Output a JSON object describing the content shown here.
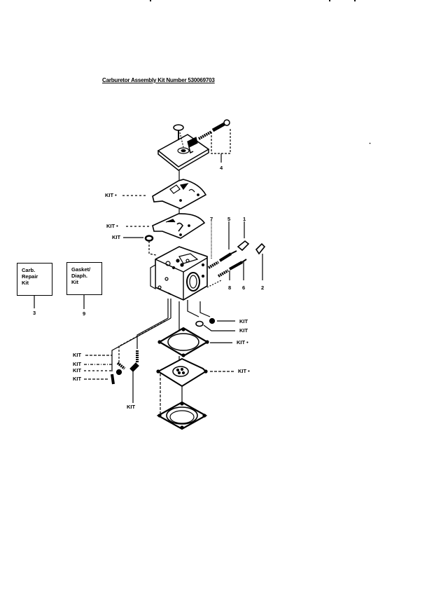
{
  "title": "Carburetor Assembly Kit Number 530069703",
  "kit_boxes": [
    {
      "lines": [
        "Carb.",
        "Repair",
        "Kit"
      ],
      "ref": "3"
    },
    {
      "lines": [
        "Gasket/",
        "Diaph.",
        "Kit"
      ],
      "ref": "9"
    }
  ],
  "callouts": {
    "top_adjuster_group": "4",
    "upper_numbers": [
      "7",
      "5",
      "1"
    ],
    "lower_numbers": [
      "8",
      "6",
      "2"
    ]
  },
  "kit_labels": {
    "metering_gasket": "KIT •",
    "metering_diaphragm": "KIT •",
    "inlet_washer": "KIT",
    "plug_1": "KIT",
    "plug_2": "KIT",
    "pump_gasket": "KIT •",
    "pump_diaphragm": "KIT •",
    "spring_1": "KIT",
    "spring_2": "KIT",
    "spring_3": "KIT",
    "needle": "KIT",
    "inlet_lever": "KIT"
  },
  "colors": {
    "ink": "#000000",
    "paper": "#ffffff"
  }
}
